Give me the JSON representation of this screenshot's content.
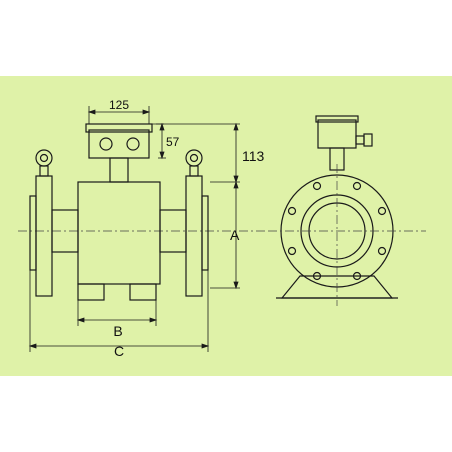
{
  "colors": {
    "background": "#ffffff",
    "panel": "#dff2a8",
    "line": "#1a1a1a",
    "centerline": "#444444"
  },
  "dimensions": {
    "terminal_box_width": "125",
    "terminal_box_height": "57",
    "box_to_axis": "113",
    "label_a": "A",
    "label_b": "B",
    "label_c": "C"
  },
  "icons": [
    "lifting-eye-icon",
    "cable-gland-icon"
  ]
}
